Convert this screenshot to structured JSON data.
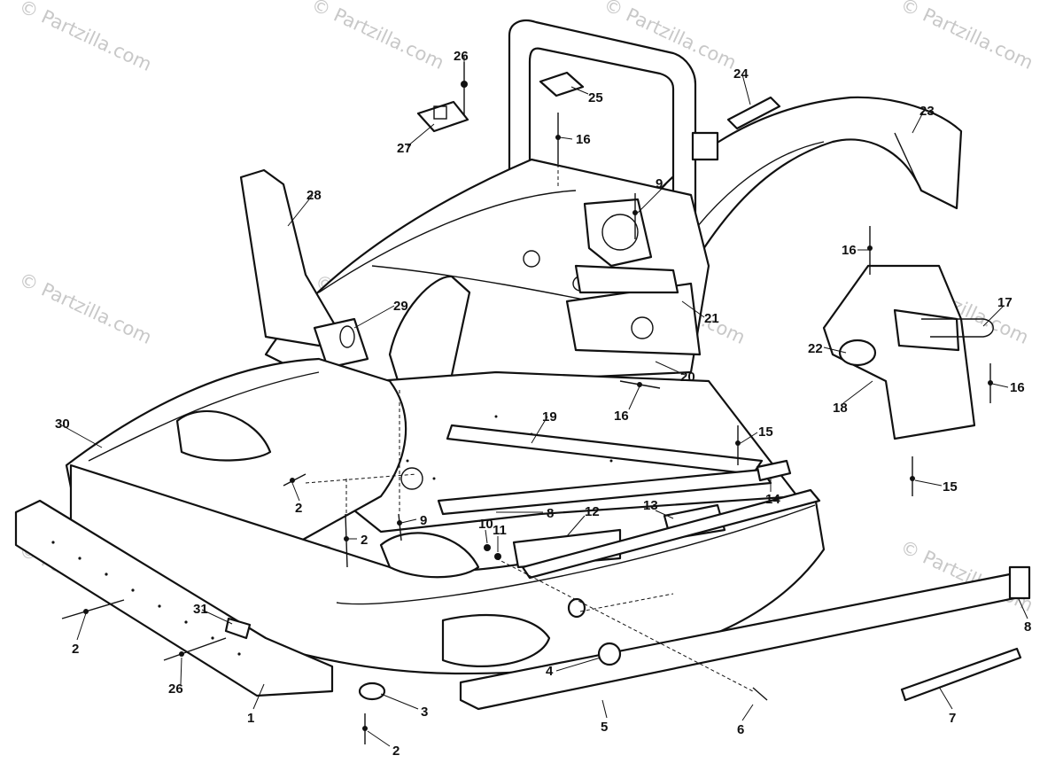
{
  "watermark": {
    "text": "© Partzilla.com",
    "color": "#c8c8c8"
  },
  "diagram": {
    "callouts": [
      {
        "id": "c1",
        "text": "1"
      },
      {
        "id": "c2a",
        "text": "2"
      },
      {
        "id": "c2b",
        "text": "2"
      },
      {
        "id": "c2c",
        "text": "2"
      },
      {
        "id": "c2d",
        "text": "2"
      },
      {
        "id": "c3",
        "text": "3"
      },
      {
        "id": "c4",
        "text": "4"
      },
      {
        "id": "c5",
        "text": "5"
      },
      {
        "id": "c6",
        "text": "6"
      },
      {
        "id": "c7",
        "text": "7"
      },
      {
        "id": "c8a",
        "text": "8"
      },
      {
        "id": "c8b",
        "text": "8"
      },
      {
        "id": "c9a",
        "text": "9"
      },
      {
        "id": "c9b",
        "text": "9"
      },
      {
        "id": "c10",
        "text": "10"
      },
      {
        "id": "c11",
        "text": "11"
      },
      {
        "id": "c12",
        "text": "12"
      },
      {
        "id": "c13",
        "text": "13"
      },
      {
        "id": "c14",
        "text": "14"
      },
      {
        "id": "c15a",
        "text": "15"
      },
      {
        "id": "c15b",
        "text": "15"
      },
      {
        "id": "c16a",
        "text": "16"
      },
      {
        "id": "c16b",
        "text": "16"
      },
      {
        "id": "c16c",
        "text": "16"
      },
      {
        "id": "c16d",
        "text": "16"
      },
      {
        "id": "c17",
        "text": "17"
      },
      {
        "id": "c18",
        "text": "18"
      },
      {
        "id": "c19",
        "text": "19"
      },
      {
        "id": "c20",
        "text": "20"
      },
      {
        "id": "c21",
        "text": "21"
      },
      {
        "id": "c22",
        "text": "22"
      },
      {
        "id": "c23",
        "text": "23"
      },
      {
        "id": "c24",
        "text": "24"
      },
      {
        "id": "c25",
        "text": "25"
      },
      {
        "id": "c26a",
        "text": "26"
      },
      {
        "id": "c26b",
        "text": "26"
      },
      {
        "id": "c27",
        "text": "27"
      },
      {
        "id": "c28",
        "text": "28"
      },
      {
        "id": "c29",
        "text": "29"
      },
      {
        "id": "c30",
        "text": "30"
      },
      {
        "id": "c31",
        "text": "31"
      }
    ]
  }
}
